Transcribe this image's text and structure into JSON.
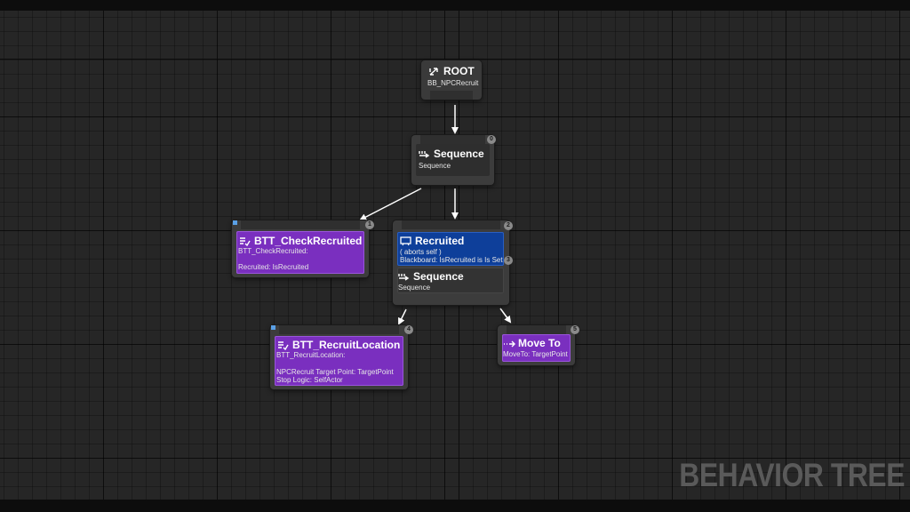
{
  "watermark": "BEHAVIOR TREE",
  "colors": {
    "background": "#262626",
    "composite": "#3c3c3c",
    "task": "#7a2fbf",
    "decorator": "#0e3f9a",
    "edge": "#ffffff"
  },
  "nodes": {
    "root": {
      "icon": "root-icon",
      "title": "ROOT",
      "subtitle": "BB_NPCRecruit"
    },
    "sequence_main": {
      "icon": "sequence-icon",
      "title": "Sequence",
      "subtitle": "Sequence",
      "index": "0"
    },
    "check_recruited": {
      "icon": "task-icon",
      "title": "BTT_CheckRecruited",
      "line1": "BTT_CheckRecruited:",
      "line2": "Recruited: IsRecruited",
      "index": "1"
    },
    "recruited_group": {
      "index": "2"
    },
    "recruited_decorator": {
      "icon": "blackboard-icon",
      "title": "Recruited",
      "line1": "( aborts self )",
      "line2": "Blackboard: IsRecruited is Is Set",
      "index": "3"
    },
    "sequence_inner": {
      "icon": "sequence-icon",
      "title": "Sequence",
      "subtitle": "Sequence"
    },
    "recruit_location": {
      "icon": "task-icon",
      "title": "BTT_RecruitLocation",
      "line1": "BTT_RecruitLocation:",
      "line2": "NPCRecruit Target Point: TargetPoint",
      "line3": "Stop Logic: SelfActor",
      "index": "4"
    },
    "move_to": {
      "icon": "move-to-icon",
      "title": "Move To",
      "subtitle": "MoveTo: TargetPoint",
      "index": "5"
    }
  }
}
